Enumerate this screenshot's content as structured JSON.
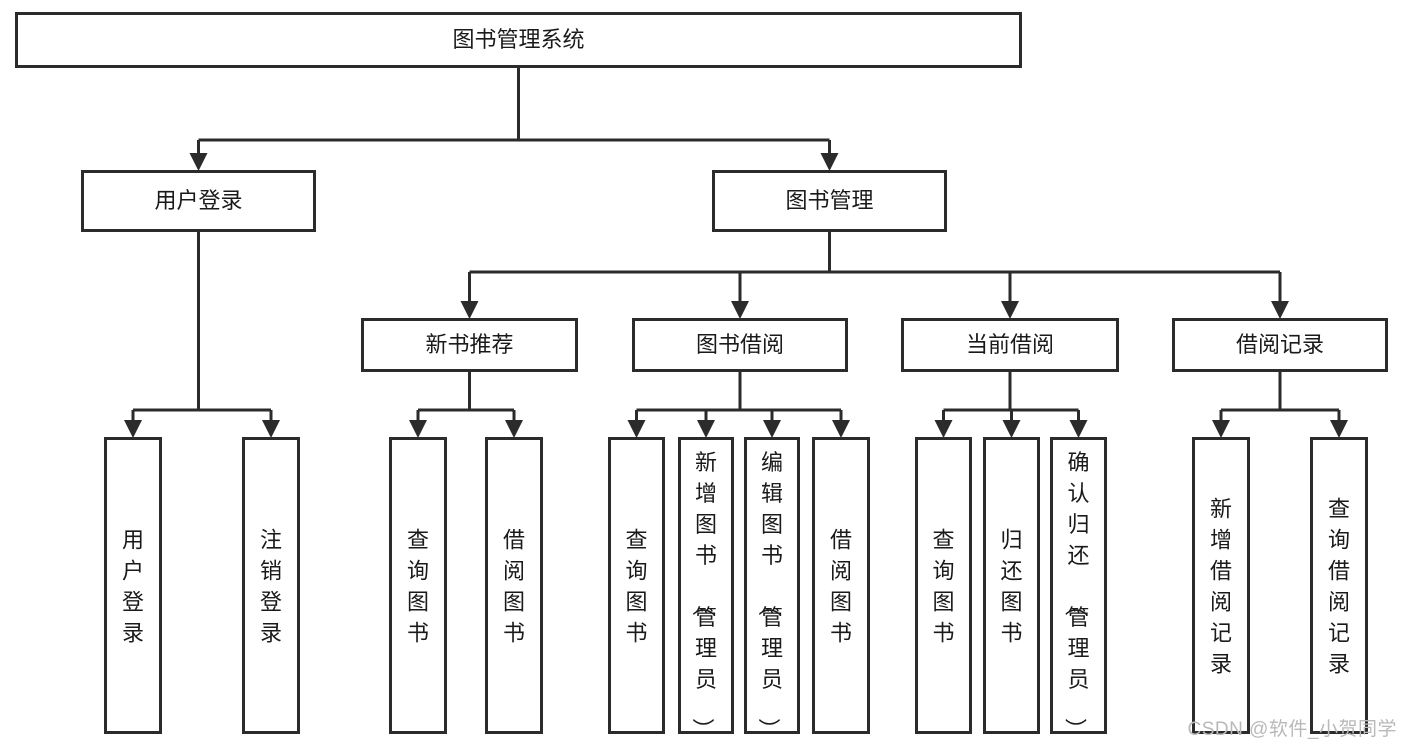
{
  "diagram": {
    "type": "tree",
    "title": "图书管理系统",
    "watermark": "CSDN @软件_小贺同学",
    "style": {
      "box_fill": "#ffffff",
      "box_stroke": "#2b2b2b",
      "text_color": "#1a1a1a",
      "background": "#ffffff",
      "watermark_color": "#b9b9b9"
    },
    "nodes": {
      "root": {
        "label": "图书管理系统",
        "orientation": "horizontal",
        "level": 0
      },
      "l1_0": {
        "label": "用户登录",
        "orientation": "horizontal",
        "level": 1
      },
      "l1_1": {
        "label": "图书管理",
        "orientation": "horizontal",
        "level": 1
      },
      "l2_0": {
        "label": "新书推荐",
        "orientation": "horizontal",
        "level": 2
      },
      "l2_1": {
        "label": "图书借阅",
        "orientation": "horizontal",
        "level": 2
      },
      "l2_2": {
        "label": "当前借阅",
        "orientation": "horizontal",
        "level": 2
      },
      "l2_3": {
        "label": "借阅记录",
        "orientation": "horizontal",
        "level": 2
      },
      "leaf_login_0": {
        "label": "用户登录",
        "orientation": "vertical",
        "level": 2
      },
      "leaf_login_1": {
        "label": "注销登录",
        "orientation": "vertical",
        "level": 2
      },
      "leaf_new_0": {
        "label": "查询图书",
        "orientation": "vertical",
        "level": 3
      },
      "leaf_new_1": {
        "label": "借阅图书",
        "orientation": "vertical",
        "level": 3
      },
      "leaf_borrow_0": {
        "label": "查询图书",
        "orientation": "vertical",
        "level": 3
      },
      "leaf_borrow_1": {
        "label": "新增图书（管理员）",
        "orientation": "vertical",
        "level": 3
      },
      "leaf_borrow_2": {
        "label": "编辑图书（管理员）",
        "orientation": "vertical",
        "level": 3
      },
      "leaf_borrow_3": {
        "label": "借阅图书",
        "orientation": "vertical",
        "level": 3
      },
      "leaf_current_0": {
        "label": "查询图书",
        "orientation": "vertical",
        "level": 3
      },
      "leaf_current_1": {
        "label": "归还图书",
        "orientation": "vertical",
        "level": 3
      },
      "leaf_current_2": {
        "label": "确认归还（管理员）",
        "orientation": "vertical",
        "level": 3
      },
      "leaf_record_0": {
        "label": "新增借阅记录",
        "orientation": "vertical",
        "level": 3
      },
      "leaf_record_1": {
        "label": "查询借阅记录",
        "orientation": "vertical",
        "level": 3
      }
    },
    "edges": [
      {
        "from": "root",
        "to": "l1_0"
      },
      {
        "from": "root",
        "to": "l1_1"
      },
      {
        "from": "l1_0",
        "to": "leaf_login_0"
      },
      {
        "from": "l1_0",
        "to": "leaf_login_1"
      },
      {
        "from": "l1_1",
        "to": "l2_0"
      },
      {
        "from": "l1_1",
        "to": "l2_1"
      },
      {
        "from": "l1_1",
        "to": "l2_2"
      },
      {
        "from": "l1_1",
        "to": "l2_3"
      },
      {
        "from": "l2_0",
        "to": "leaf_new_0"
      },
      {
        "from": "l2_0",
        "to": "leaf_new_1"
      },
      {
        "from": "l2_1",
        "to": "leaf_borrow_0"
      },
      {
        "from": "l2_1",
        "to": "leaf_borrow_1"
      },
      {
        "from": "l2_1",
        "to": "leaf_borrow_2"
      },
      {
        "from": "l2_1",
        "to": "leaf_borrow_3"
      },
      {
        "from": "l2_2",
        "to": "leaf_current_0"
      },
      {
        "from": "l2_2",
        "to": "leaf_current_1"
      },
      {
        "from": "l2_2",
        "to": "leaf_current_2"
      },
      {
        "from": "l2_3",
        "to": "leaf_record_0"
      },
      {
        "from": "l2_3",
        "to": "leaf_record_1"
      }
    ]
  }
}
